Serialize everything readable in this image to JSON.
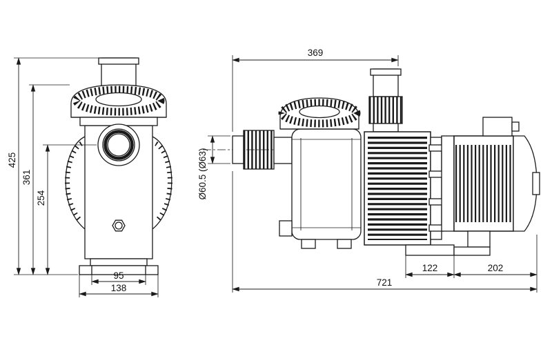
{
  "dimensions": {
    "front": {
      "total_height": "425",
      "lid_height": "361",
      "port_center_height": "254",
      "base_inner_width": "95",
      "base_width": "138"
    },
    "side": {
      "top_length": "369",
      "port_diameter": "Ø60.5 (Ø63)",
      "mid_foot_span": "122",
      "motor_foot_span": "202",
      "total_length": "721"
    }
  }
}
